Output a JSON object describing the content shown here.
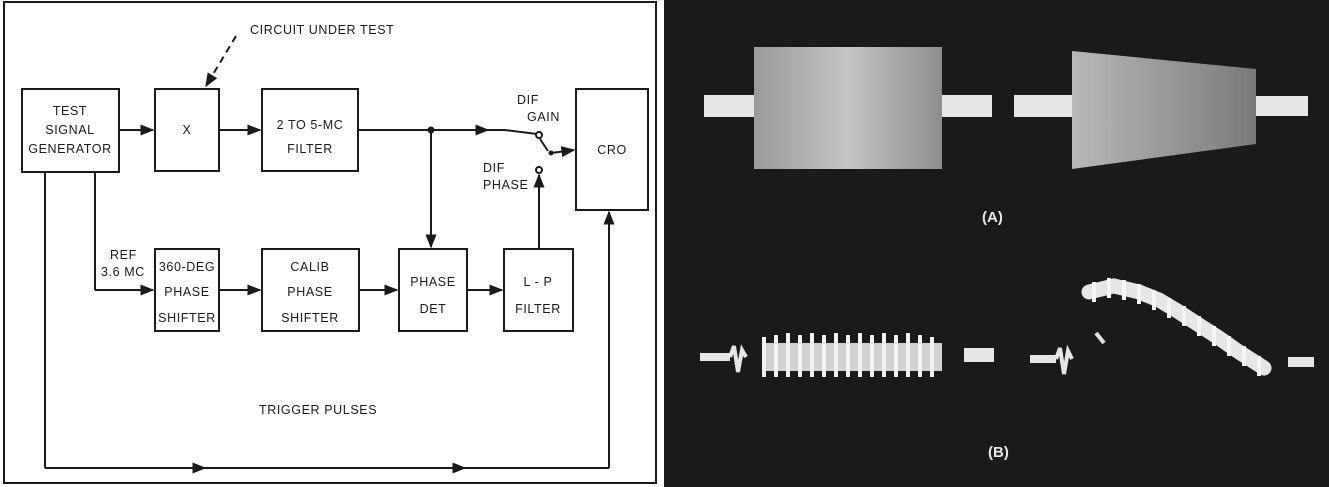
{
  "diagram": {
    "callout": "CIRCUIT UNDER TEST",
    "blocks": {
      "generator": [
        "TEST",
        "SIGNAL",
        "GENERATOR"
      ],
      "dut": [
        "X"
      ],
      "bandpass": [
        "2 TO 5-MC",
        "FILTER"
      ],
      "cro": [
        "CRO"
      ],
      "phase_shifter_360": [
        "360-DEG",
        "PHASE",
        "SHIFTER"
      ],
      "calib_shifter": [
        "CALIB",
        "PHASE",
        "SHIFTER"
      ],
      "phase_det": [
        "PHASE",
        "DET"
      ],
      "lowpass": [
        "L - P",
        "FILTER"
      ]
    },
    "labels": {
      "ref": [
        "REF",
        "3.6 MC"
      ],
      "dif_gain": [
        "DIF",
        "GAIN"
      ],
      "dif_phase": [
        "DIF",
        "PHASE"
      ],
      "trigger": "TRIGGER PULSES"
    }
  },
  "photo": {
    "label_a": "(A)",
    "label_b": "(B)",
    "colors": {
      "background": "#161616",
      "trace": "#e6e6e6"
    }
  }
}
